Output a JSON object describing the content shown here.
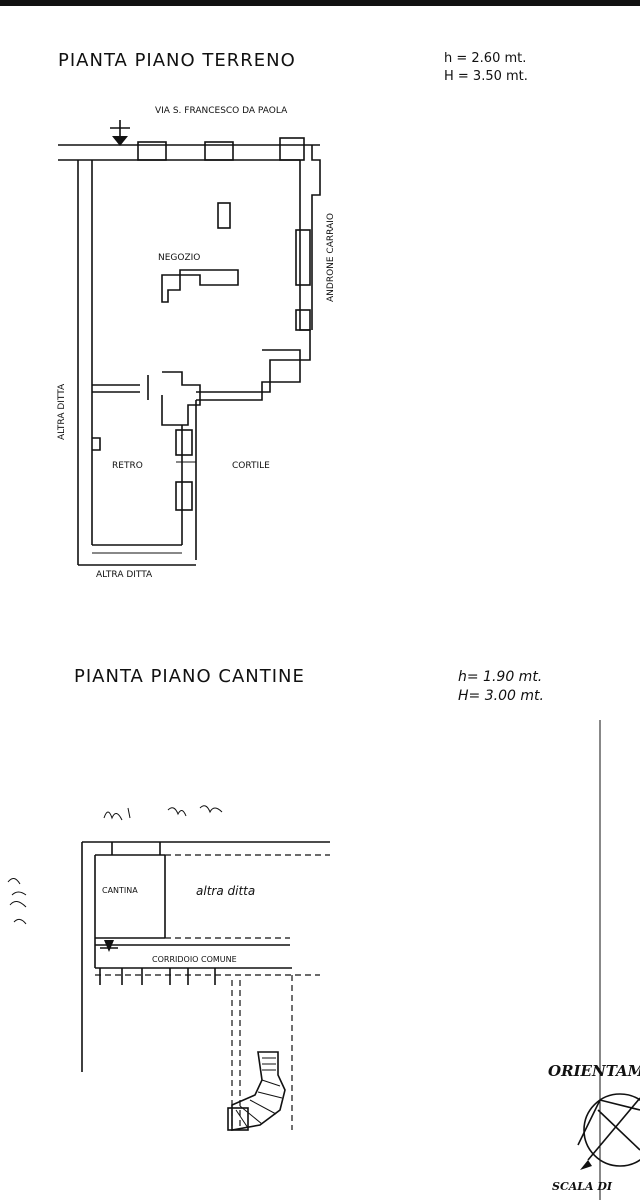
{
  "ground_floor": {
    "title": "PIANTA PIANO TERRENO",
    "height_h": "h = 2.60 mt.",
    "height_H": "H = 3.50 mt.",
    "street": "VIA S. FRANCESCO DA PAOLA",
    "rooms": {
      "shop": "NEGOZIO",
      "back": "RETRO",
      "courtyard": "CORTILE"
    },
    "side_label_right": "ANDRONE CARRAIO",
    "side_label_left": "ALTRA DITTA",
    "bottom_label": "ALTRA DITTA"
  },
  "cellar_floor": {
    "title": "PIANTA PIANO CANTINE",
    "height_h": "h= 1.90 mt.",
    "height_H": "H= 3.00 mt.",
    "rooms": {
      "cellar": "CANTINA",
      "corridor": "CORRIDOIO COMUNE"
    },
    "handwritten_other": "altra ditta"
  },
  "orientation": {
    "label": "ORIENTAMENTO",
    "scale_label": "SCALA DI"
  }
}
